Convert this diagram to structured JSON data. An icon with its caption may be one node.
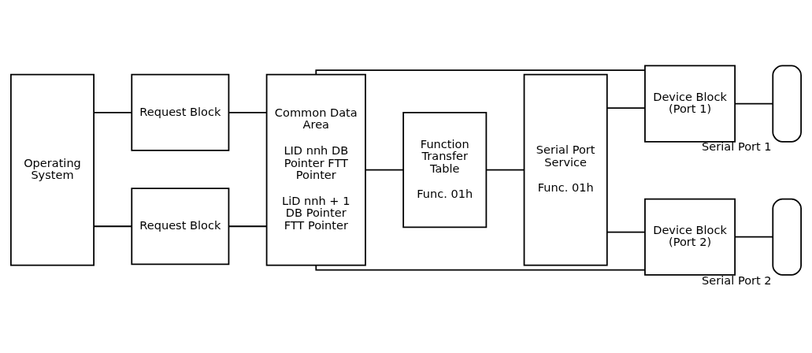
{
  "diagram": {
    "nodes": [
      {
        "text": [
          "Operating System"
        ]
      },
      {
        "text": [
          "Request Block"
        ]
      },
      {
        "text": [
          "Request Block"
        ]
      },
      {
        "text": [
          "Common Data Area",
          "LID nnh DB Pointer FTT Pointer",
          "LiD nnh + 1 DB Pointer FTT Pointer"
        ]
      },
      {
        "text": [
          "Function Transfer Table",
          "Func. 01h"
        ]
      },
      {
        "text": [
          "Serial Port Service",
          "Func. 01h"
        ]
      },
      {
        "text": [
          "Device Block (Port 1)"
        ]
      },
      {
        "text": [
          "Device Block (Port 2)"
        ]
      },
      {
        "text": [],
        "shape": "capsule",
        "beside": [
          "Serial Port 1"
        ]
      },
      {
        "text": [],
        "shape": "capsule",
        "beside": [
          "Serial Port 2"
        ]
      }
    ],
    "edges": [
      {
        "from": 0,
        "to": 1,
        "arrow": "none"
      },
      {
        "from": 0,
        "to": 2,
        "arrow": "none"
      },
      {
        "from": 1,
        "to": 3,
        "arrow": "none"
      },
      {
        "from": 2,
        "to": 3,
        "arrow": "none"
      },
      {
        "from": 3,
        "to": 6,
        "arrow": "none"
      },
      {
        "from": 3,
        "to": 4,
        "arrow": "none"
      },
      {
        "from": 3,
        "to": 7,
        "arrow": "none"
      },
      {
        "from": 4,
        "to": 5,
        "arrow": "none"
      },
      {
        "from": 5,
        "to": 6,
        "arrow": "none"
      },
      {
        "from": 5,
        "to": 7,
        "arrow": "none"
      },
      {
        "from": 6,
        "to": 8,
        "arrow": "none"
      },
      {
        "from": 7,
        "to": 9,
        "arrow": "none"
      }
    ]
  }
}
